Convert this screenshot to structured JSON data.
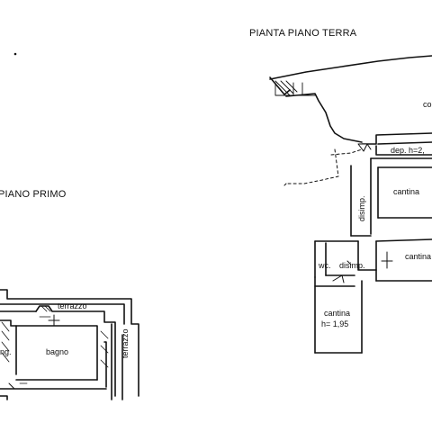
{
  "titles": {
    "ground_floor": "PIANTA PIANO TERRA",
    "first_floor": "PIANO PRIMO"
  },
  "rooms": {
    "co_partial": "co",
    "dep": "dep.  h=2,",
    "disimp_vertical": "disimp.",
    "cantina_top": "cantina",
    "cantina_mid": "cantina",
    "wc": "wc.",
    "disimp": "disimp.",
    "cantina_bottom": "cantina",
    "cantina_bottom_height": "h= 1,95",
    "terrazzo_top": "terrazzo",
    "terrazzo_side": "terrazzo",
    "ing_partial": "ing.",
    "bagno": "bagno"
  }
}
